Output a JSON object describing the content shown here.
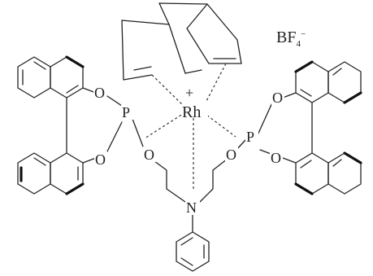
{
  "labels": {
    "counterion_main": "BF",
    "counterion_sub": "4",
    "counterion_charge": "−",
    "metal": "Rh",
    "metal_charge": "+",
    "oxygen": "O",
    "phosphorus": "P",
    "nitrogen": "N"
  }
}
